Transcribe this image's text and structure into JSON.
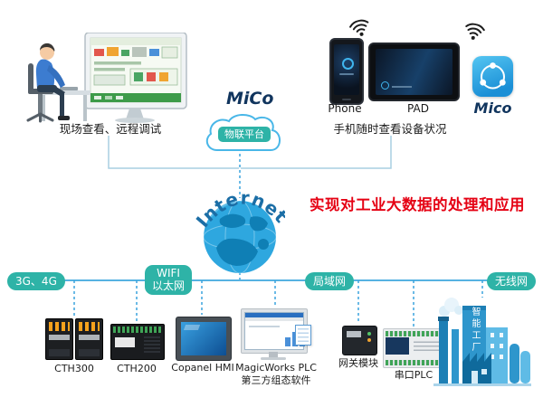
{
  "colors": {
    "accent_teal": "#2eb3a7",
    "headline_red": "#e50113",
    "internet_blue": "#1b6ea6",
    "brand_navy": "#11355e"
  },
  "top_left": {
    "caption": "现场查看、远程调试"
  },
  "cloud": {
    "brand": "MiCo",
    "platform_label": "物联平台"
  },
  "mobile": {
    "phone_label": "Phone",
    "pad_label": "PAD",
    "app_label": "Mico",
    "caption": "手机随时查看设备状况"
  },
  "center": {
    "internet": "Internet",
    "headline": "实现对工业大数据的处理和应用"
  },
  "network_pills": [
    {
      "label": "3G、4G"
    },
    {
      "line1": "WIFI",
      "line2": "以太网"
    },
    {
      "label": "局域网"
    },
    {
      "label": "无线网"
    }
  ],
  "devices": [
    {
      "label": "CTH300"
    },
    {
      "label": "CTH200"
    },
    {
      "label": "Copanel HMI"
    },
    {
      "label": "MagicWorks PLC",
      "label2": "第三方组态软件"
    },
    {
      "label": "网关模块"
    },
    {
      "label": "串口PLC"
    }
  ],
  "factory": {
    "label": "智能工厂"
  }
}
